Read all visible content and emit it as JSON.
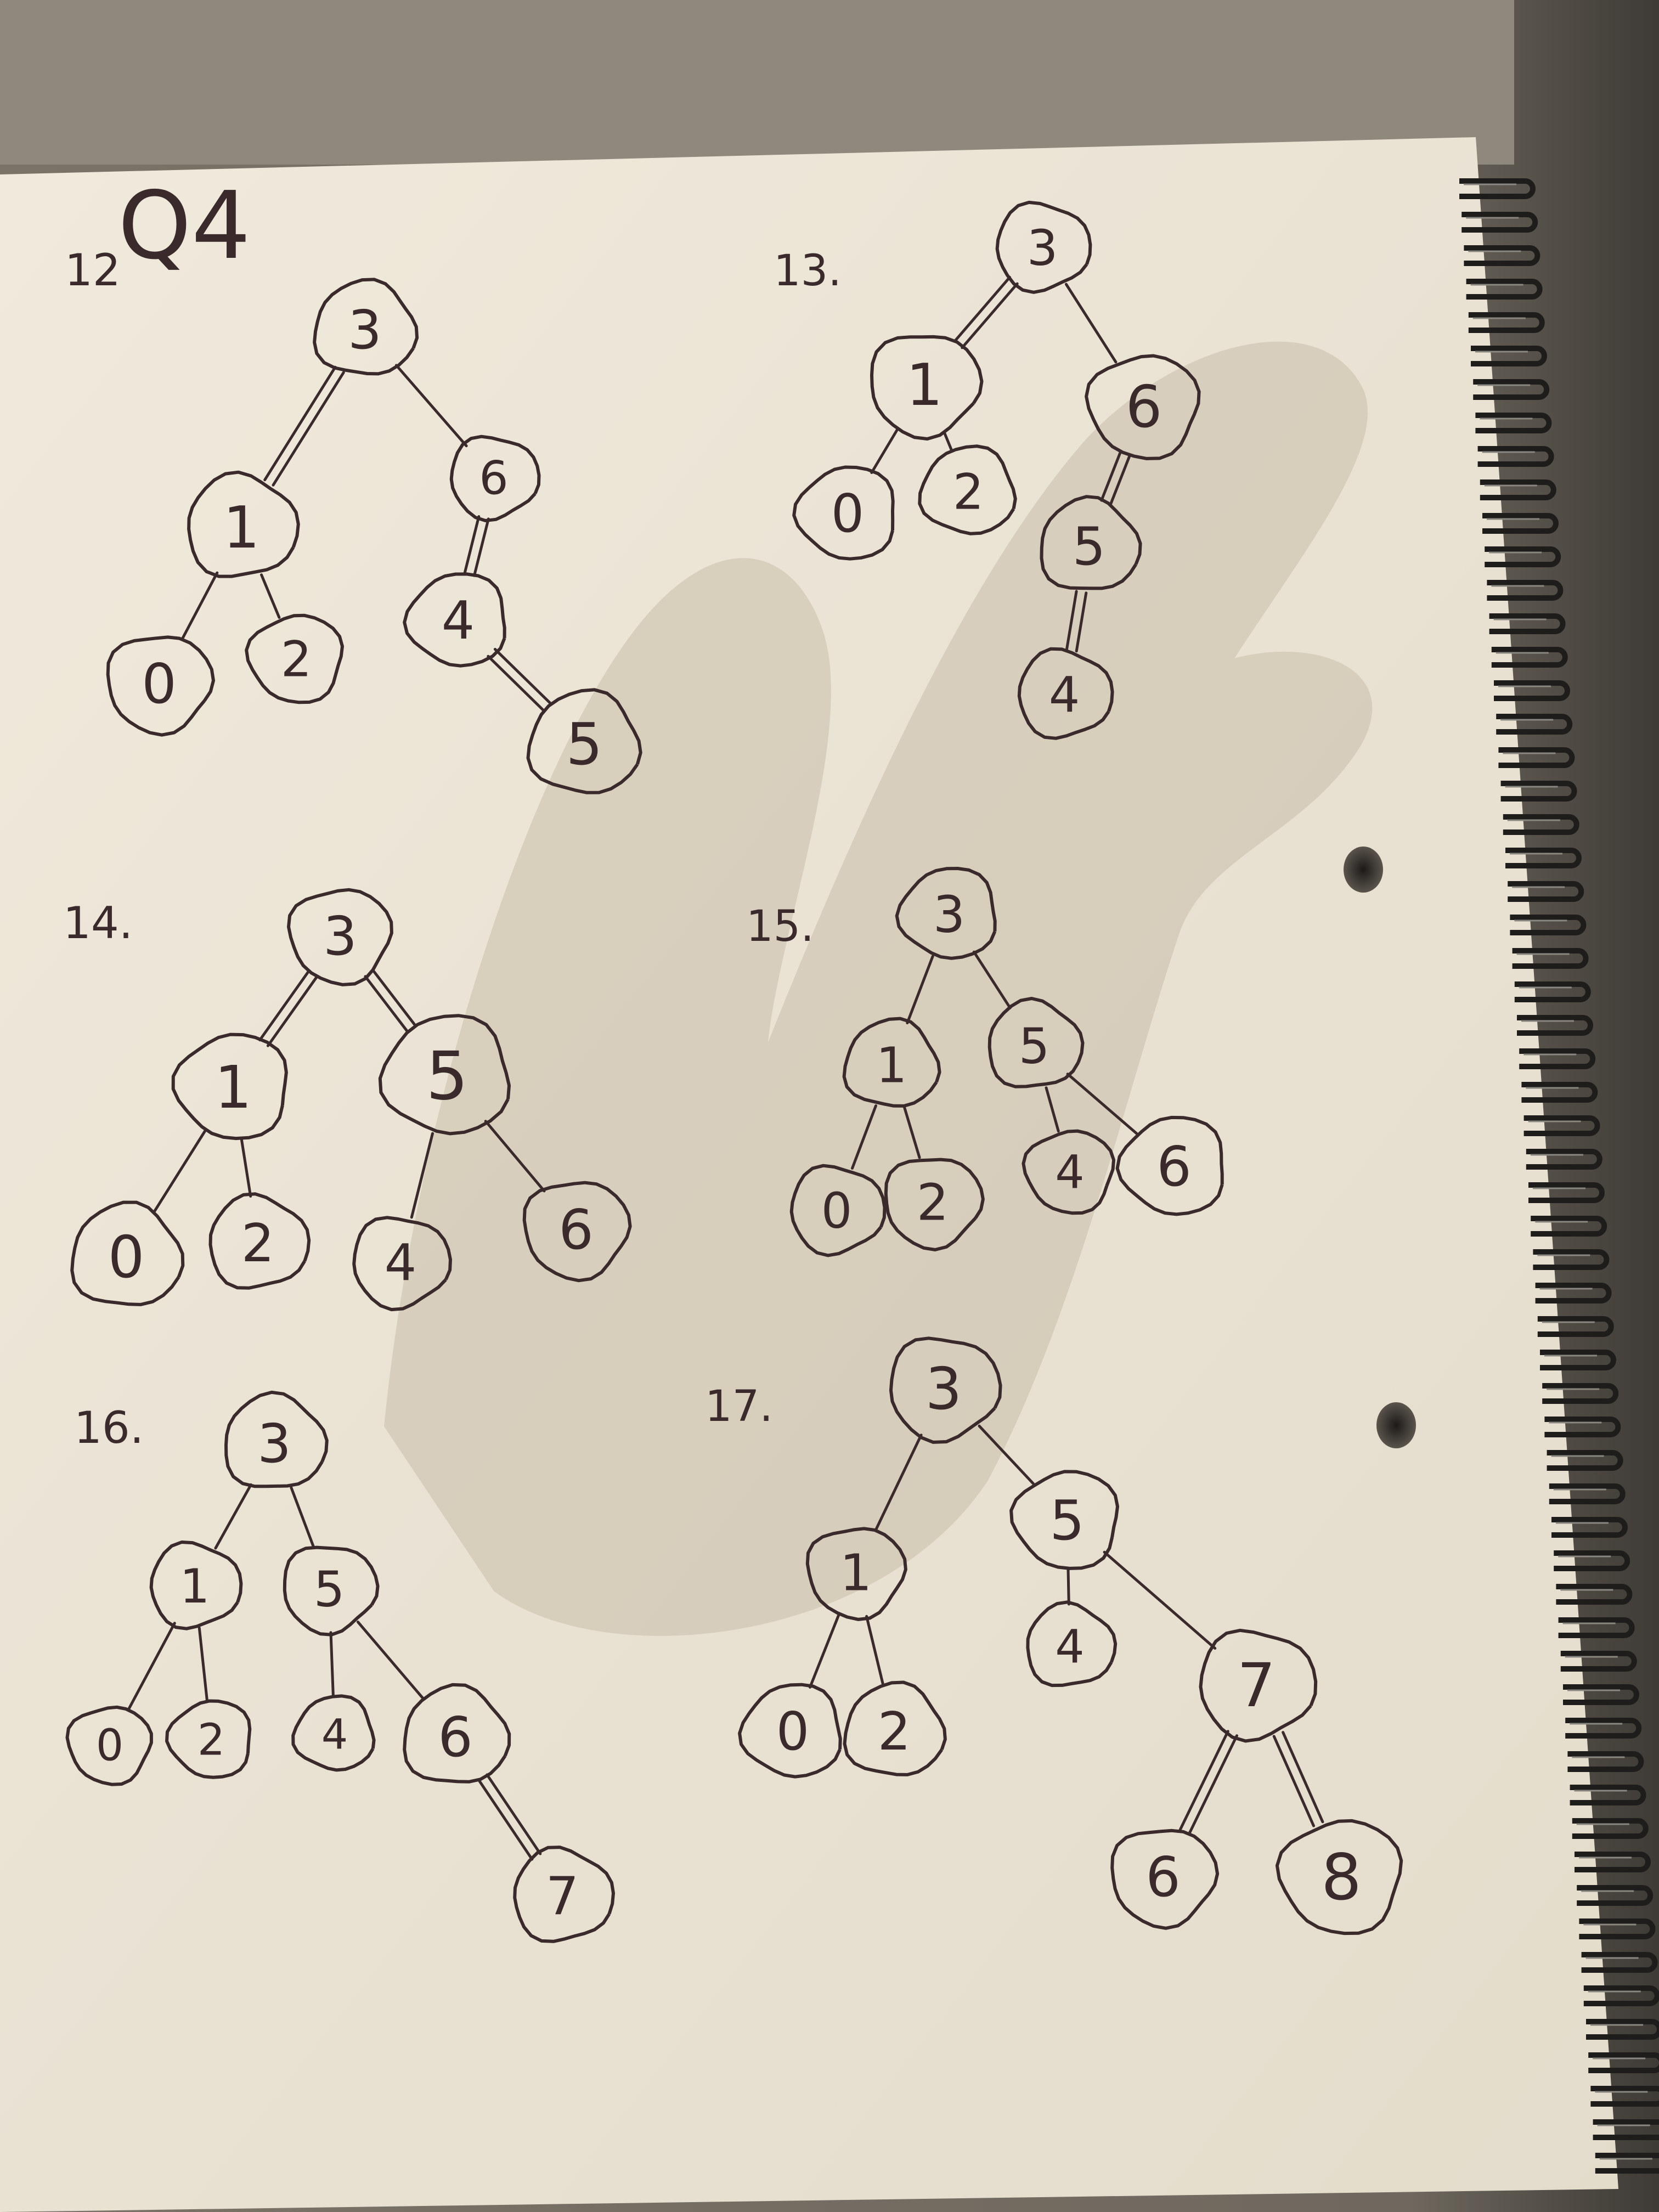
{
  "header": {
    "label": "Q4"
  },
  "diagrams": [
    {
      "id": "12",
      "label": "12",
      "nodes": [
        {
          "id": "n3",
          "value": "3"
        },
        {
          "id": "n1",
          "value": "1"
        },
        {
          "id": "n6",
          "value": "6"
        },
        {
          "id": "n0",
          "value": "0"
        },
        {
          "id": "n2",
          "value": "2"
        },
        {
          "id": "n4",
          "value": "4"
        },
        {
          "id": "n5",
          "value": "5"
        }
      ],
      "edges": [
        {
          "from": "n3",
          "to": "n1",
          "double": true
        },
        {
          "from": "n3",
          "to": "n6",
          "double": false
        },
        {
          "from": "n1",
          "to": "n0",
          "double": false
        },
        {
          "from": "n1",
          "to": "n2",
          "double": false
        },
        {
          "from": "n6",
          "to": "n4",
          "double": true
        },
        {
          "from": "n4",
          "to": "n5",
          "double": true
        }
      ]
    },
    {
      "id": "13",
      "label": "13.",
      "nodes": [
        {
          "id": "n3",
          "value": "3"
        },
        {
          "id": "n1",
          "value": "1"
        },
        {
          "id": "n6",
          "value": "6"
        },
        {
          "id": "n0",
          "value": "0"
        },
        {
          "id": "n2",
          "value": "2"
        },
        {
          "id": "n5",
          "value": "5"
        },
        {
          "id": "n4",
          "value": "4"
        }
      ],
      "edges": [
        {
          "from": "n3",
          "to": "n1",
          "double": true
        },
        {
          "from": "n3",
          "to": "n6",
          "double": false
        },
        {
          "from": "n1",
          "to": "n0",
          "double": false
        },
        {
          "from": "n1",
          "to": "n2",
          "double": false
        },
        {
          "from": "n6",
          "to": "n5",
          "double": true
        },
        {
          "from": "n5",
          "to": "n4",
          "double": true
        }
      ]
    },
    {
      "id": "14",
      "label": "14.",
      "nodes": [
        {
          "id": "n3",
          "value": "3"
        },
        {
          "id": "n1",
          "value": "1"
        },
        {
          "id": "n5",
          "value": "5"
        },
        {
          "id": "n0",
          "value": "0"
        },
        {
          "id": "n2",
          "value": "2"
        },
        {
          "id": "n4",
          "value": "4"
        },
        {
          "id": "n6",
          "value": "6"
        }
      ],
      "edges": [
        {
          "from": "n3",
          "to": "n1",
          "double": true
        },
        {
          "from": "n3",
          "to": "n5",
          "double": true
        },
        {
          "from": "n1",
          "to": "n0",
          "double": false
        },
        {
          "from": "n1",
          "to": "n2",
          "double": false
        },
        {
          "from": "n5",
          "to": "n4",
          "double": false
        },
        {
          "from": "n5",
          "to": "n6",
          "double": false
        }
      ]
    },
    {
      "id": "15",
      "label": "15.",
      "nodes": [
        {
          "id": "n3",
          "value": "3"
        },
        {
          "id": "n1",
          "value": "1"
        },
        {
          "id": "n5",
          "value": "5"
        },
        {
          "id": "n0",
          "value": "0"
        },
        {
          "id": "n2",
          "value": "2"
        },
        {
          "id": "n4",
          "value": "4"
        },
        {
          "id": "n6",
          "value": "6"
        }
      ],
      "edges": [
        {
          "from": "n3",
          "to": "n1",
          "double": false
        },
        {
          "from": "n3",
          "to": "n5",
          "double": false
        },
        {
          "from": "n1",
          "to": "n0",
          "double": false
        },
        {
          "from": "n1",
          "to": "n2",
          "double": false
        },
        {
          "from": "n5",
          "to": "n4",
          "double": false
        },
        {
          "from": "n5",
          "to": "n6",
          "double": false
        }
      ]
    },
    {
      "id": "16",
      "label": "16.",
      "nodes": [
        {
          "id": "n3",
          "value": "3"
        },
        {
          "id": "n1",
          "value": "1"
        },
        {
          "id": "n5",
          "value": "5"
        },
        {
          "id": "n0",
          "value": "0"
        },
        {
          "id": "n2",
          "value": "2"
        },
        {
          "id": "n4",
          "value": "4"
        },
        {
          "id": "n6",
          "value": "6"
        },
        {
          "id": "n7",
          "value": "7"
        }
      ],
      "edges": [
        {
          "from": "n3",
          "to": "n1",
          "double": false
        },
        {
          "from": "n3",
          "to": "n5",
          "double": false
        },
        {
          "from": "n1",
          "to": "n0",
          "double": false
        },
        {
          "from": "n1",
          "to": "n2",
          "double": false
        },
        {
          "from": "n5",
          "to": "n4",
          "double": false
        },
        {
          "from": "n5",
          "to": "n6",
          "double": false
        },
        {
          "from": "n6",
          "to": "n7",
          "double": true
        }
      ]
    },
    {
      "id": "17",
      "label": "17.",
      "nodes": [
        {
          "id": "n3",
          "value": "3"
        },
        {
          "id": "n1",
          "value": "1"
        },
        {
          "id": "n5",
          "value": "5"
        },
        {
          "id": "n0",
          "value": "0"
        },
        {
          "id": "n2",
          "value": "2"
        },
        {
          "id": "n4",
          "value": "4"
        },
        {
          "id": "n7",
          "value": "7"
        },
        {
          "id": "n6",
          "value": "6"
        },
        {
          "id": "n8",
          "value": "8"
        }
      ],
      "edges": [
        {
          "from": "n3",
          "to": "n1",
          "double": false
        },
        {
          "from": "n3",
          "to": "n5",
          "double": false
        },
        {
          "from": "n1",
          "to": "n0",
          "double": false
        },
        {
          "from": "n1",
          "to": "n2",
          "double": false
        },
        {
          "from": "n5",
          "to": "n4",
          "double": false
        },
        {
          "from": "n5",
          "to": "n7",
          "double": false
        },
        {
          "from": "n7",
          "to": "n6",
          "double": true
        },
        {
          "from": "n7",
          "to": "n8",
          "double": true
        }
      ]
    }
  ],
  "colors": {
    "paper": "#ede6d8",
    "ink": "#3a2a2c",
    "background": "#5f5a52",
    "shadow": "#c9bfae"
  }
}
